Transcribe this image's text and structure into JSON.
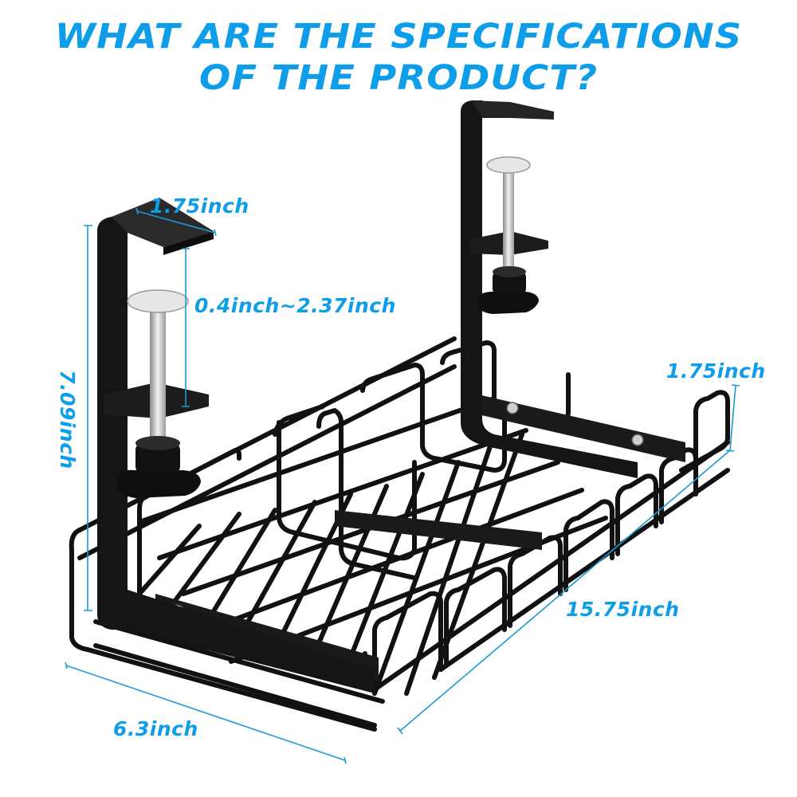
{
  "title": {
    "line1": "WHAT ARE THE SPECIFICATIONS",
    "line2": "OF THE PRODUCT?"
  },
  "dimensions": {
    "clamp_depth": "1.75inch",
    "clamp_range": "0.4inch~2.37inch",
    "height": "7.09inch",
    "basket_wall_height": "1.75inch",
    "length": "15.75inch",
    "width": "6.3inch"
  },
  "colors": {
    "accent": "#0e9de8",
    "product": "#111111",
    "background": "#ffffff"
  },
  "product": {
    "name": "under-desk cable management tray",
    "icons": [
      "wire-basket",
      "clamp-bracket",
      "clamp-screw",
      "knob"
    ]
  }
}
